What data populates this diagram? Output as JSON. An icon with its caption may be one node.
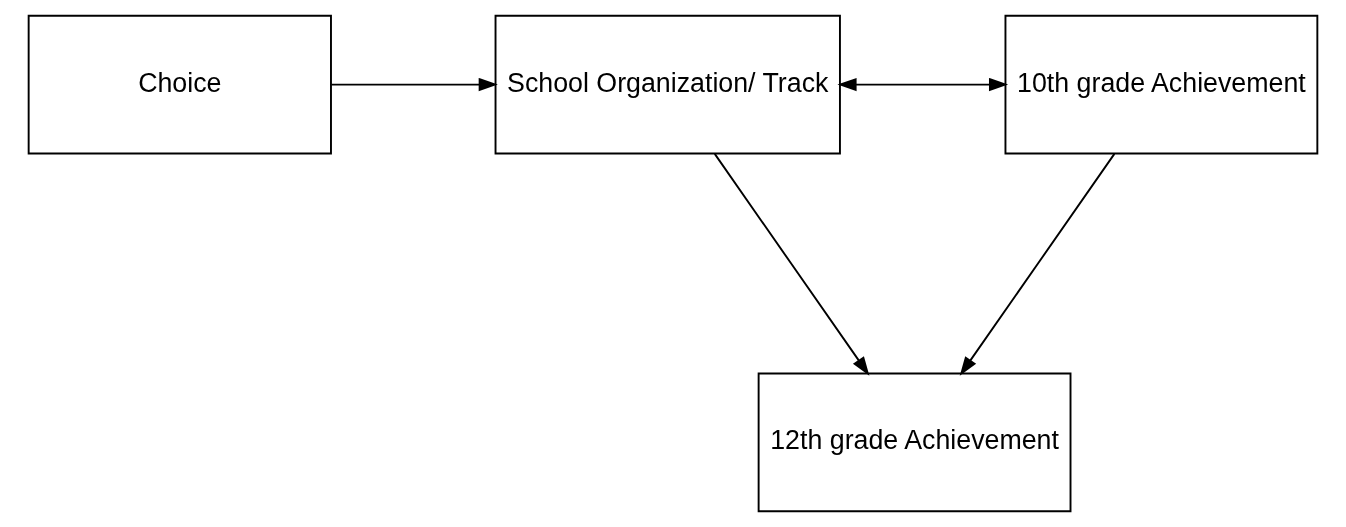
{
  "diagram": {
    "nodes": [
      {
        "text": [
          "Choice"
        ]
      },
      {
        "text": [
          "School Organization/ Track"
        ]
      },
      {
        "text": [
          "10th grade Achievement"
        ]
      },
      {
        "text": [
          "12th grade Achievement"
        ]
      }
    ],
    "edges": [
      {
        "from": 0,
        "to": 1,
        "arrow": "to"
      },
      {
        "from": 1,
        "to": 2,
        "arrow": "both"
      },
      {
        "from": 1,
        "to": 3,
        "arrow": "to"
      },
      {
        "from": 2,
        "to": 3,
        "arrow": "to"
      }
    ]
  }
}
